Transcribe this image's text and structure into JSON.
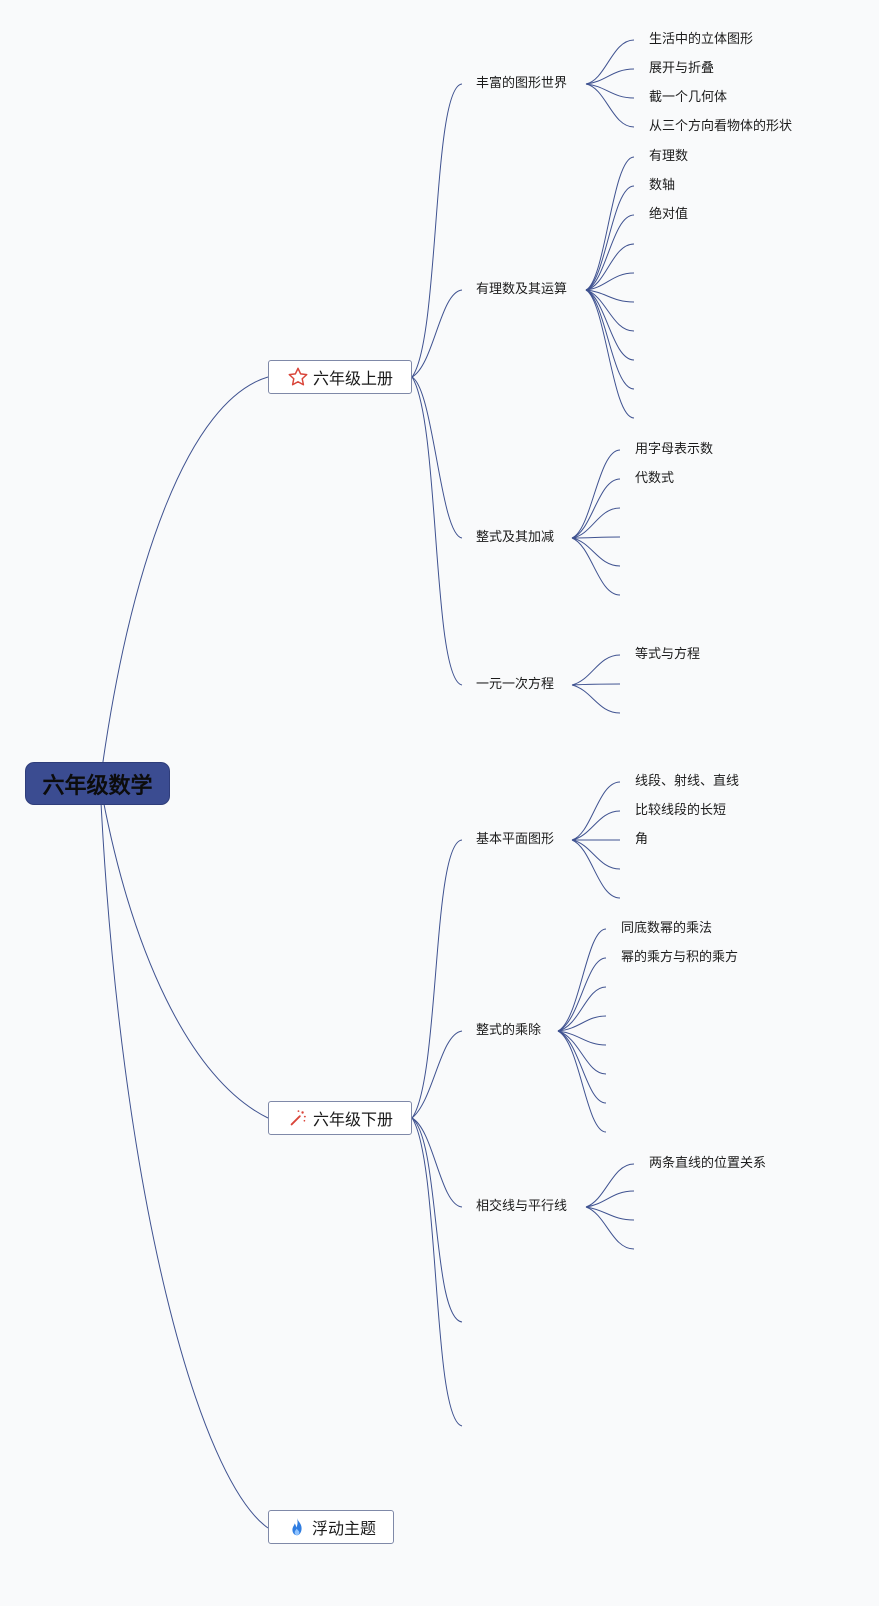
{
  "root": {
    "label": "六年级数学"
  },
  "branches": [
    {
      "label": "六年级上册",
      "icon": "star-outline-icon",
      "icon_color": "#d9453a",
      "children": [
        {
          "label": "丰富的图形世界",
          "leaves": [
            "生活中的立体图形",
            "展开与折叠",
            "截一个几何体",
            "从三个方向看物体的形状"
          ]
        },
        {
          "label": "有理数及其运算",
          "leaves": [
            "有理数",
            "数轴",
            "绝对值"
          ]
        },
        {
          "label": "整式及其加减",
          "leaves": [
            "用字母表示数",
            "代数式"
          ]
        },
        {
          "label": "一元一次方程",
          "leaves": [
            "等式与方程"
          ]
        }
      ]
    },
    {
      "label": "六年级下册",
      "icon": "magic-wand-icon",
      "icon_color": "#d9453a",
      "children": [
        {
          "label": "基本平面图形",
          "leaves": [
            "线段、射线、直线",
            "比较线段的长短",
            "角"
          ]
        },
        {
          "label": "整式的乘除",
          "leaves": [
            "同底数幂的乘法",
            "幂的乘方与积的乘方"
          ]
        },
        {
          "label": "相交线与平行线",
          "leaves": [
            "两条直线的位置关系"
          ]
        }
      ]
    },
    {
      "label": "浮动主题",
      "icon": "flame-icon",
      "icon_color": "#2f7de1",
      "children": []
    }
  ],
  "colors": {
    "root_fill": "#3b4c91",
    "connector": "#3f5290",
    "background": "#f9fafb"
  }
}
